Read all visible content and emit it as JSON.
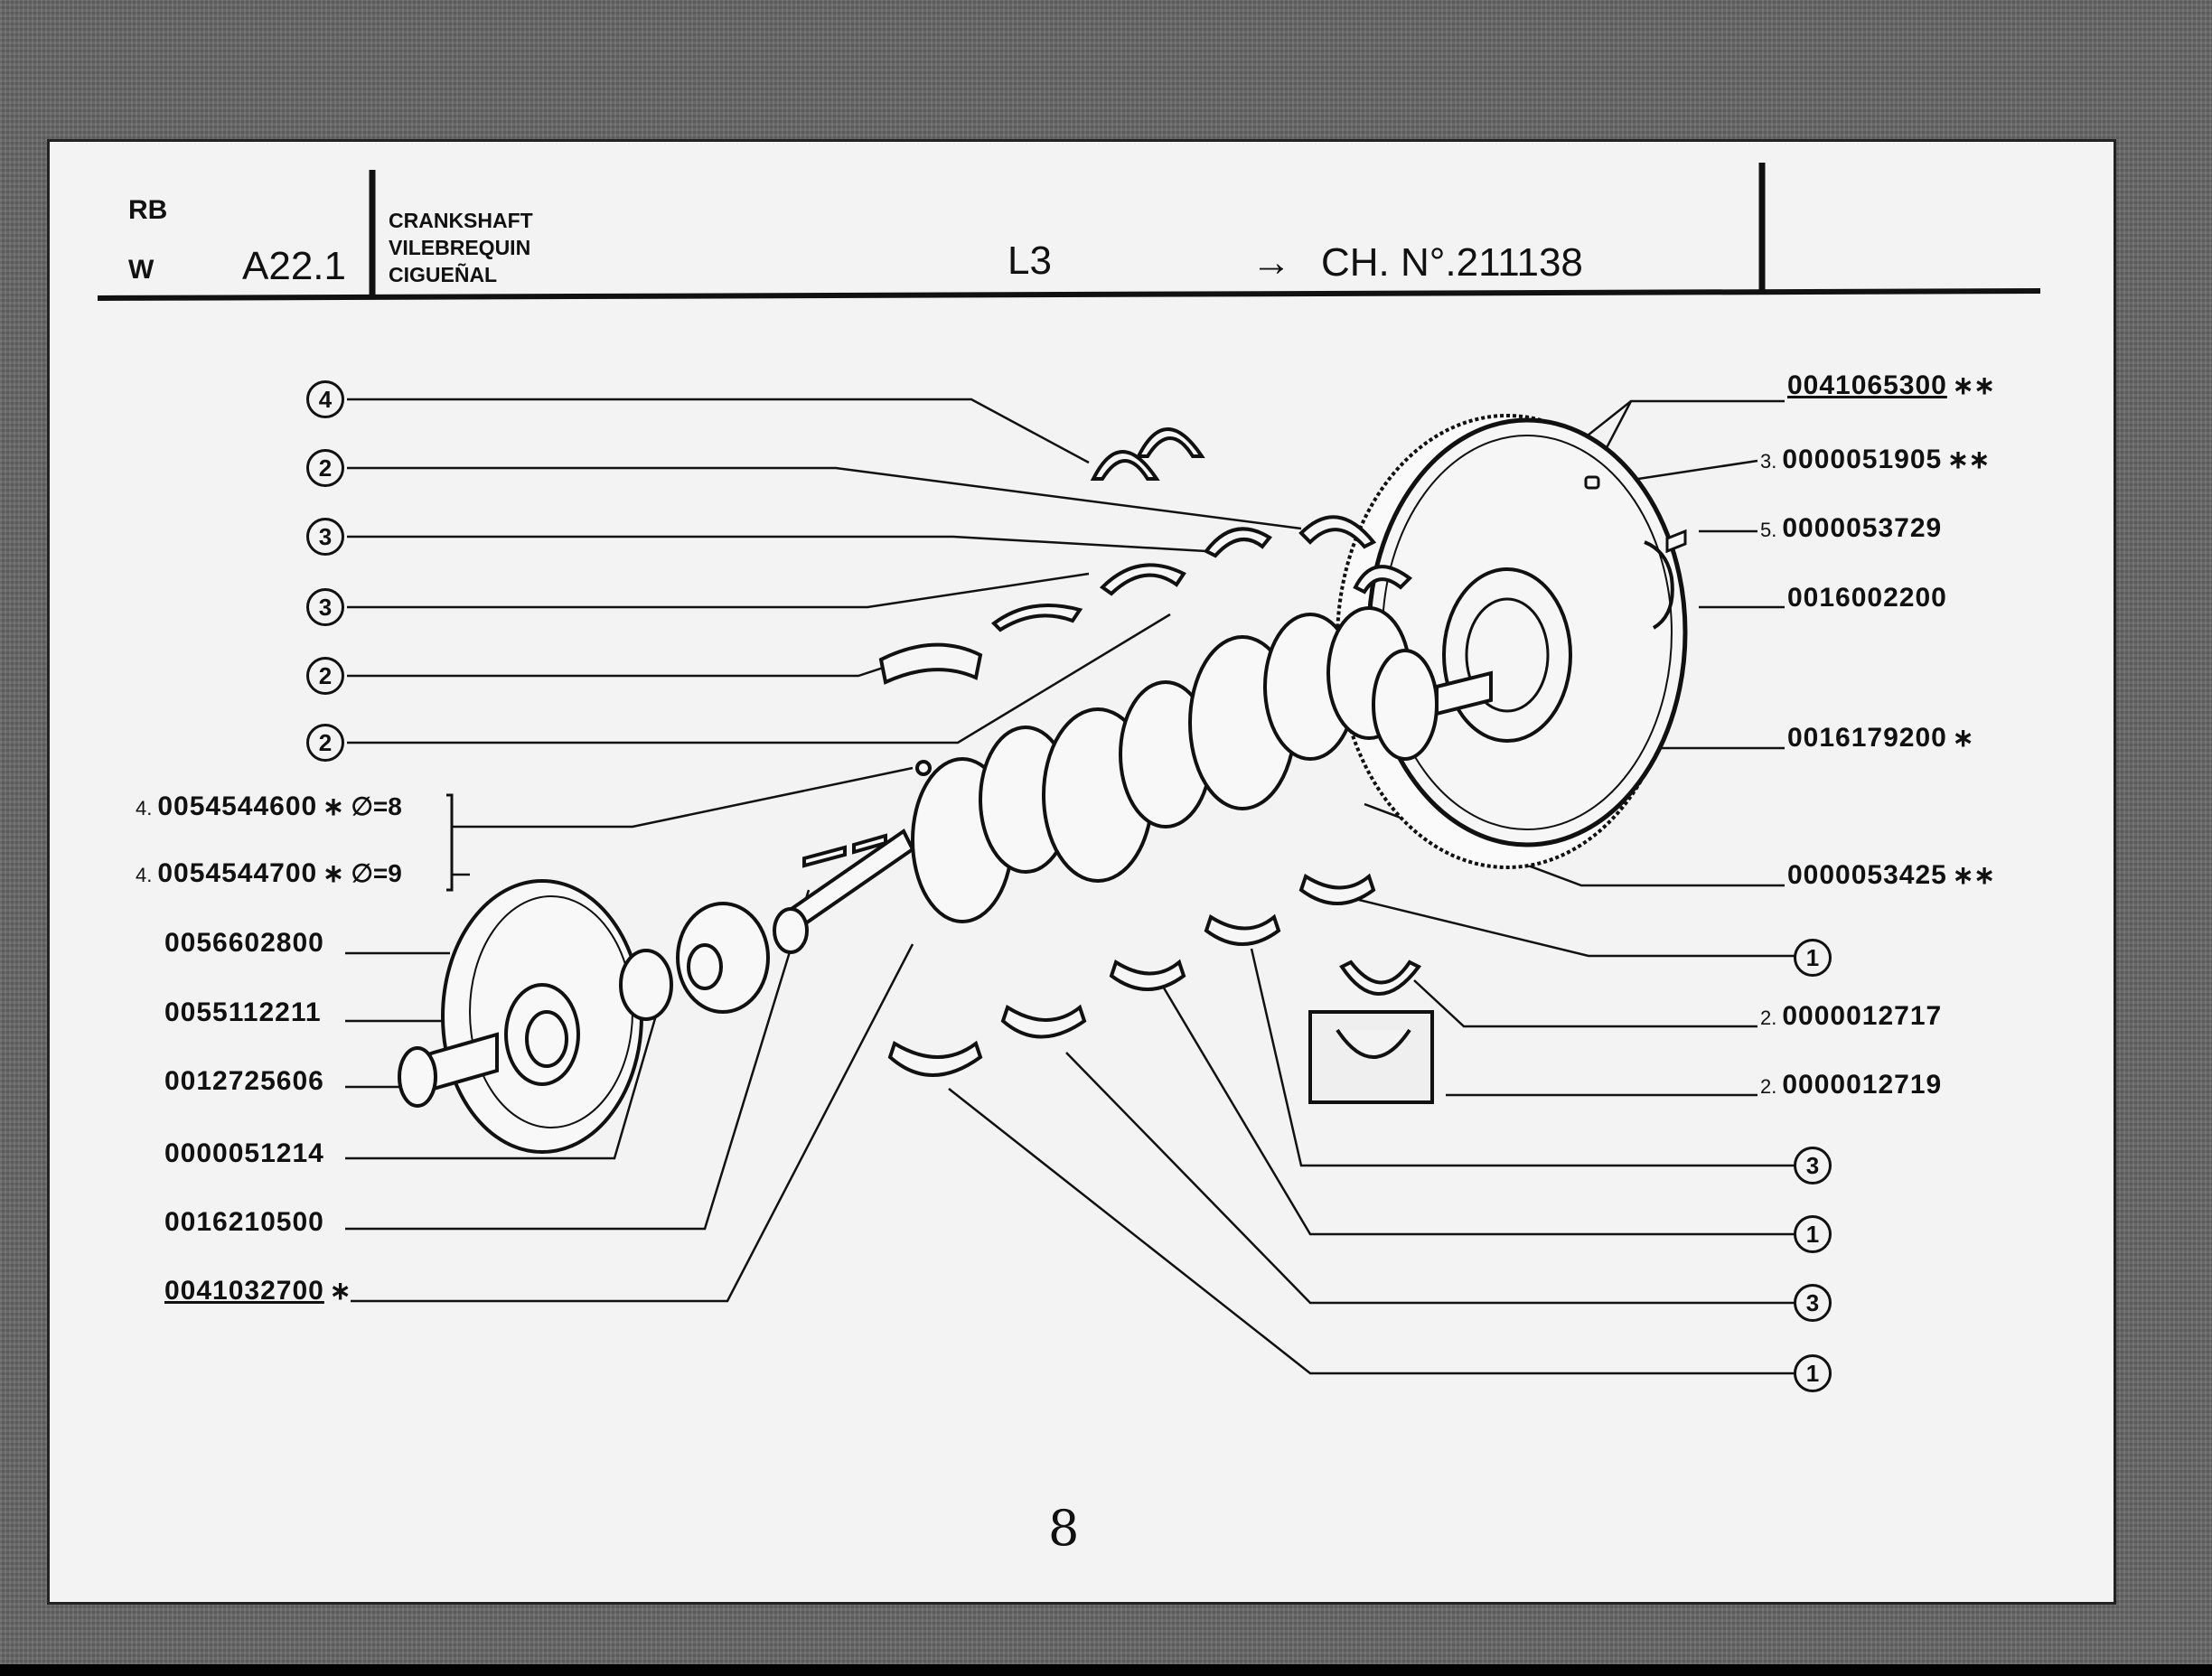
{
  "header": {
    "code_rb": "RB",
    "code_w": "W",
    "section": "A22.1",
    "titles": [
      "CRANKSHAFT",
      "VILEBREQUIN",
      "CIGUEÑAL"
    ],
    "model": "L3",
    "chassis": "CH. N°.211138",
    "chassis_arrow": "→"
  },
  "left_parts": [
    {
      "prefix": "4.",
      "number": "0054544600",
      "suffix": "∗ ∅=8"
    },
    {
      "prefix": "4.",
      "number": "0054544700",
      "suffix": "∗ ∅=9"
    },
    {
      "prefix": "",
      "number": "0056602800",
      "suffix": ""
    },
    {
      "prefix": "",
      "number": "0055112211",
      "suffix": ""
    },
    {
      "prefix": "",
      "number": "0012725606",
      "suffix": ""
    },
    {
      "prefix": "",
      "number": "0000051214",
      "suffix": ""
    },
    {
      "prefix": "",
      "number": "0016210500",
      "suffix": ""
    },
    {
      "prefix": "",
      "number": "0041032700",
      "suffix": "∗"
    }
  ],
  "left_circles": [
    "4",
    "2",
    "3",
    "3",
    "2",
    "2"
  ],
  "right_parts": [
    {
      "prefix": "",
      "number": "0041065300",
      "suffix": "∗∗"
    },
    {
      "prefix": "3.",
      "number": "0000051905",
      "suffix": "∗∗"
    },
    {
      "prefix": "5.",
      "number": "0000053729",
      "suffix": ""
    },
    {
      "prefix": "",
      "number": "0016002200",
      "suffix": ""
    },
    {
      "prefix": "",
      "number": "0016179200",
      "suffix": "∗"
    },
    {
      "prefix": "",
      "number": "0000053425",
      "suffix": "∗∗"
    },
    {
      "prefix": "2.",
      "number": "0000012717",
      "suffix": ""
    },
    {
      "prefix": "2.",
      "number": "0000012719",
      "suffix": ""
    }
  ],
  "right_circles": [
    "1",
    "3",
    "1",
    "3",
    "1"
  ],
  "page_number": "8"
}
